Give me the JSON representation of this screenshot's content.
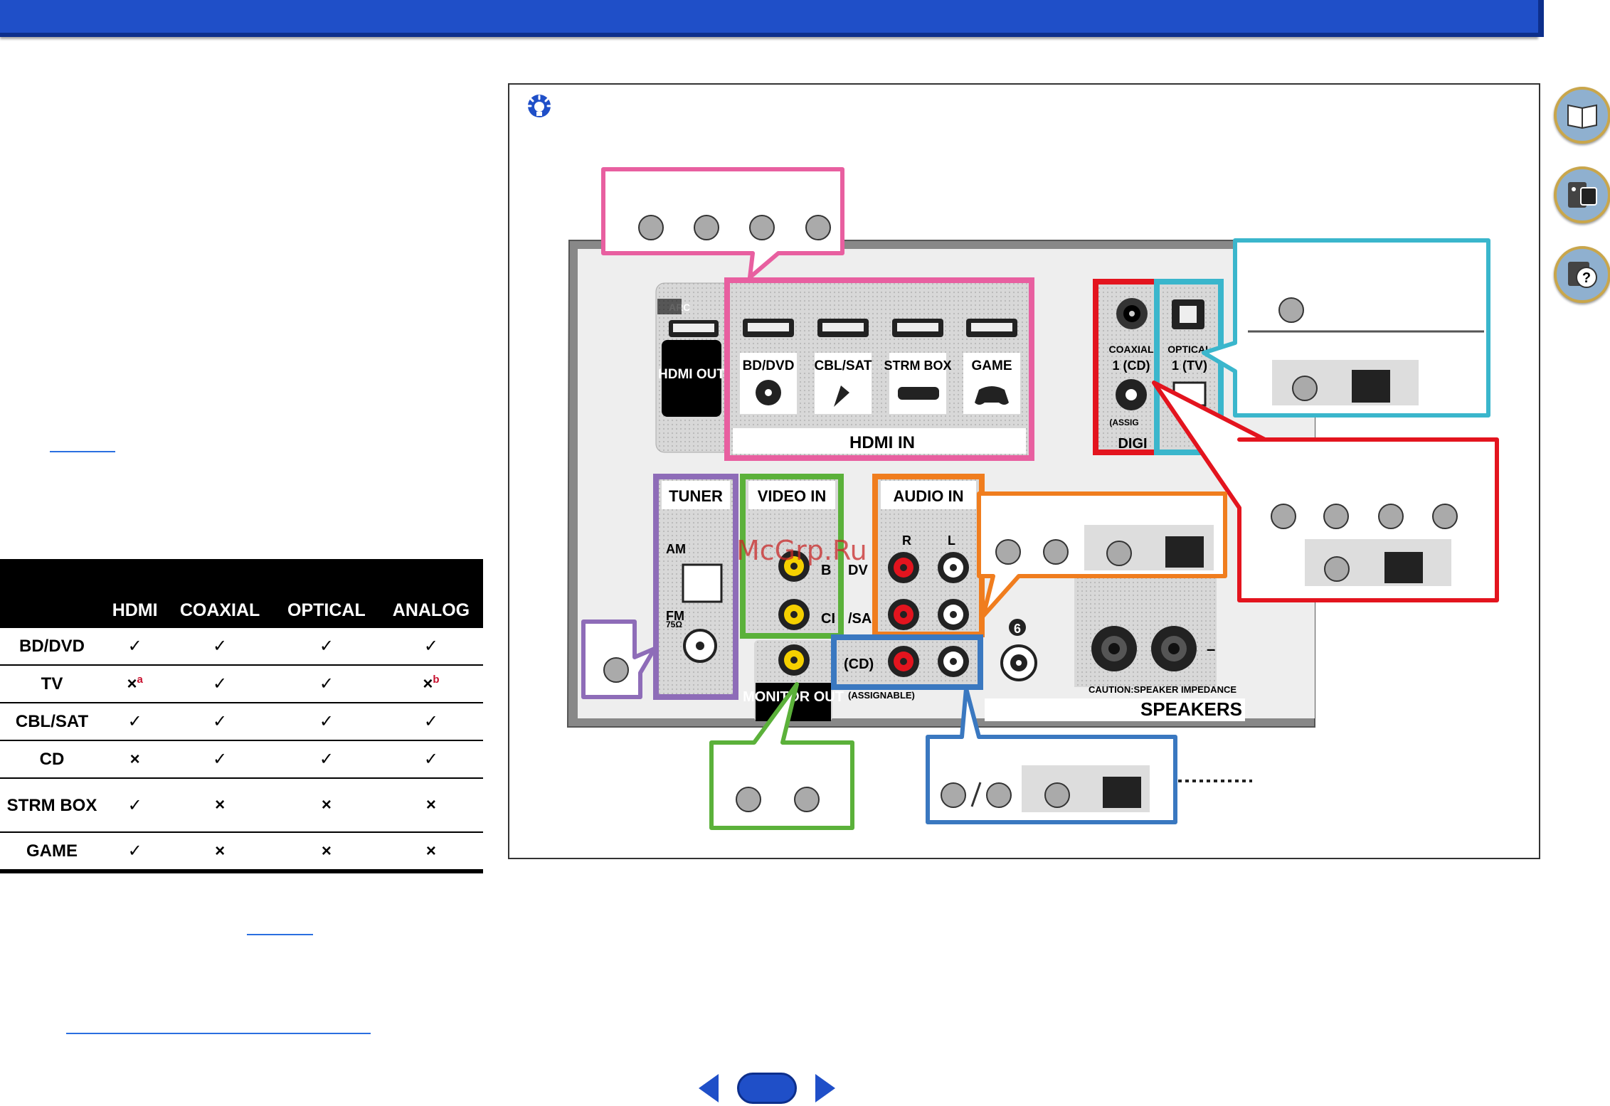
{
  "table": {
    "headers": [
      "",
      "HDMI",
      "COAXIAL",
      "OPTICAL",
      "ANALOG"
    ],
    "rows": [
      {
        "label": "BD/DVD",
        "hdmi": "✓",
        "coaxial": "✓",
        "optical": "✓",
        "analog": "✓",
        "hdmi_note": "",
        "analog_note": ""
      },
      {
        "label": "TV",
        "hdmi": "×",
        "coaxial": "✓",
        "optical": "✓",
        "analog": "×",
        "hdmi_note": "a",
        "analog_note": "b"
      },
      {
        "label": "CBL/SAT",
        "hdmi": "✓",
        "coaxial": "✓",
        "optical": "✓",
        "analog": "✓",
        "hdmi_note": "",
        "analog_note": ""
      },
      {
        "label": "CD",
        "hdmi": "×",
        "coaxial": "✓",
        "optical": "✓",
        "analog": "✓",
        "hdmi_note": "",
        "analog_note": ""
      },
      {
        "label": "STRM BOX",
        "hdmi": "✓",
        "coaxial": "×",
        "optical": "×",
        "analog": "×",
        "hdmi_note": "",
        "analog_note": ""
      },
      {
        "label": "GAME",
        "hdmi": "✓",
        "coaxial": "×",
        "optical": "×",
        "analog": "×",
        "hdmi_note": "",
        "analog_note": ""
      }
    ]
  },
  "panel": {
    "arc": "ARC",
    "hdmi_out": "HDMI OUT",
    "hdmi_in_label": "HDMI IN",
    "hdmi_inputs": [
      "BD/DVD",
      "CBL/SAT",
      "STRM BOX",
      "GAME"
    ],
    "coaxial_label": "COAXIAL",
    "coaxial_input": "1 (CD)",
    "optical_label": "OPTICAL",
    "optical_input": "1 (TV)",
    "assign_text": "(ASSIG",
    "digital_in_text": "DIGI",
    "tuner": "TUNER",
    "am": "AM",
    "fm": "FM",
    "ohm": "75Ω",
    "video_in": "VIDEO IN",
    "audio_in": "AUDIO IN",
    "r": "R",
    "l": "L",
    "bd_fragment": "B",
    "dvd_fragment": "DV",
    "cbl_fragment": "CI",
    "sat_fragment": "/SA",
    "cd_label": "(CD)",
    "assignable": "(ASSIGNABLE)",
    "monitor_out": "MONITOR OUT",
    "six": "6",
    "caution": "CAUTION:SPEAKER IMPEDANCE",
    "speakers": "SPEAKERS",
    "speaker_minus": "–"
  },
  "watermark": "McGrp.Ru",
  "colors": {
    "hdmi": "#e85fa0",
    "optical": "#3ab6cc",
    "coaxial": "#e3141e",
    "tuner": "#8e6cb8",
    "video": "#5bb13a",
    "audio": "#f07d1e",
    "cd": "#3a78c0",
    "page_bar": "#1f4fc8"
  },
  "nav_icons": [
    "book-icon",
    "remote-icon",
    "help-icon"
  ]
}
